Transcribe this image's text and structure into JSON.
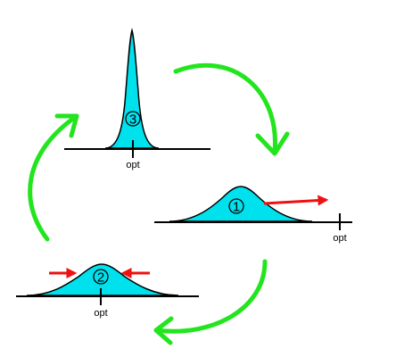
{
  "colors": {
    "curve_fill": "#00e1ee",
    "curve_stroke": "#000000",
    "cycle_arrow": "#22e51e",
    "shift_arrow": "#ee1111",
    "background": "#ffffff"
  },
  "stages": [
    {
      "id": "1",
      "opt_label": "opt"
    },
    {
      "id": "2",
      "opt_label": "opt"
    },
    {
      "id": "3",
      "opt_label": "opt"
    }
  ]
}
